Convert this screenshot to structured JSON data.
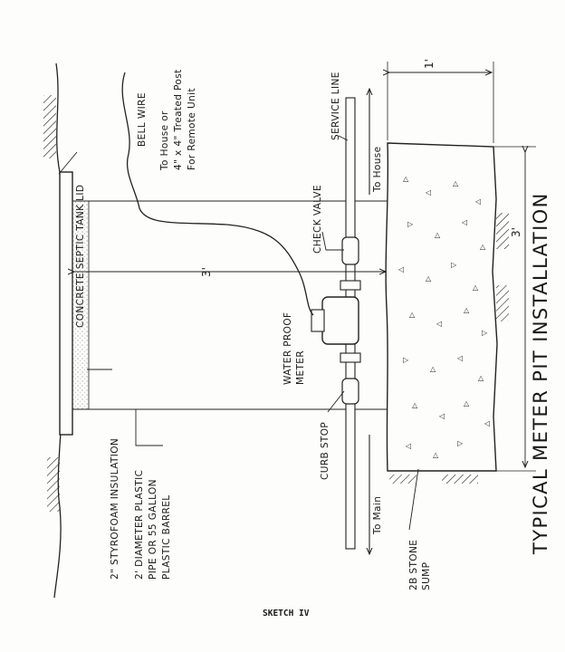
{
  "title": "TYPICAL METER PIT INSTALLATION",
  "caption": "SKETCH IV",
  "labels": {
    "lid": "CONCRETE SEPTIC TANK LID",
    "bell_wire": "BELL WIRE",
    "to_house_post_1": "To House or",
    "to_house_post_2": "4\" x 4\" Treated Post",
    "to_house_post_3": "For Remote Unit",
    "service_line": "SERVICE LINE",
    "to_house": "To House",
    "check_valve": "CHECK VALVE",
    "meter_1": "WATER PROOF",
    "meter_2": "METER",
    "styrofoam": "2\" STYROFOAM  INSULATION",
    "pipe_1": "2' DIAMETER PLASTIC",
    "pipe_2": "PIPE OR 55 GALLON",
    "pipe_3": "PLASTIC BARREL",
    "curb_stop": "CURB STOP",
    "to_main": "To Main",
    "sump_1": "2B STONE",
    "sump_2": "SUMP"
  },
  "dimensions": {
    "pit_width": "3'",
    "sump_width": "3'",
    "sump_depth": "1'"
  }
}
